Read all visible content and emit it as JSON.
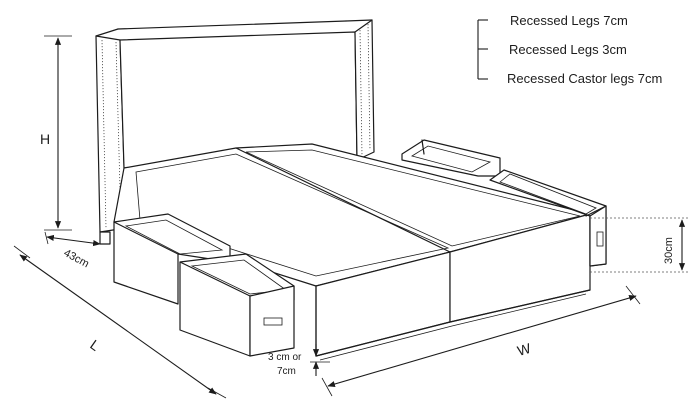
{
  "legend": {
    "items": [
      "Recessed Legs 7cm",
      "Recessed Legs 3cm",
      "Recessed Castor legs 7cm"
    ]
  },
  "dimensions": {
    "height": "H",
    "depth": "43cm",
    "length": "L",
    "width": "W",
    "base_height": "30cm",
    "leg_gap_line1": "3 cm or",
    "leg_gap_line2": "7cm"
  }
}
